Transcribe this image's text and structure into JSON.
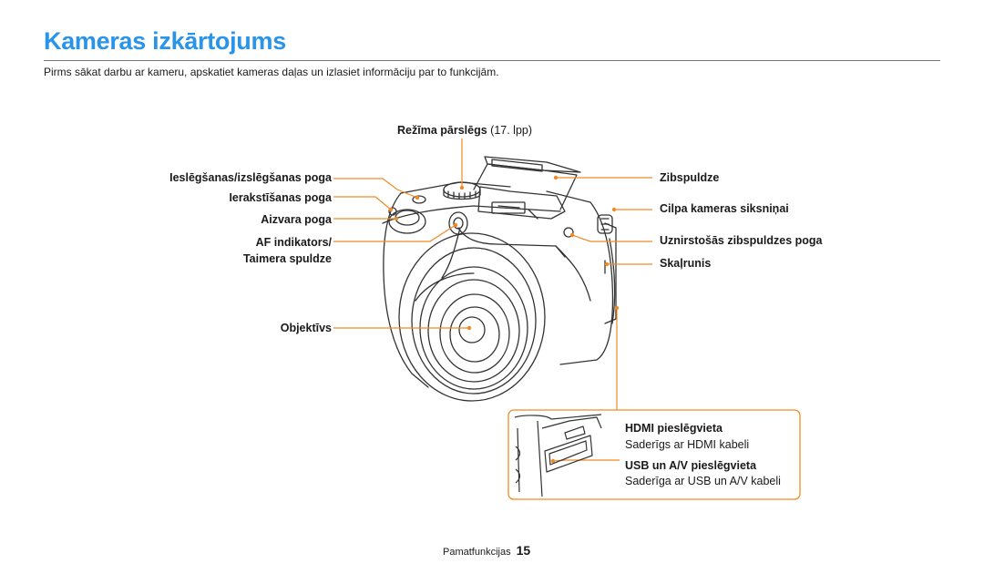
{
  "page": {
    "title": "Kameras izkārtojums",
    "intro": "Pirms sākat darbu ar kameru, apskatiet kameras daļas un izlasiet informāciju par to funkcijām."
  },
  "labels": {
    "mode_dial": "Režīma pārslēgs",
    "mode_dial_ref": "(17. lpp)",
    "power_button": "Ieslēgšanas/izslēgšanas poga",
    "record_button": "Ierakstīšanas poga",
    "shutter_button": "Aizvara poga",
    "af_indicator": "AF indikators/",
    "timer_lamp": "Taimera spuldze",
    "lens": "Objektīvs",
    "flash": "Zibspuldze",
    "strap_eyelet": "Cilpa kameras siksniņai",
    "flash_popup_button": "Uznirstošās zibspuldzes poga",
    "speaker": "Skaļrunis",
    "hdmi_port": "HDMI pieslēgvieta",
    "hdmi_desc": "Saderīgs ar HDMI kabeli",
    "usb_port": "USB un A/V pieslēgvieta",
    "usb_desc": "Saderīga ar USB un A/V kabeli"
  },
  "footer": {
    "section": "Pamatfunkcijas",
    "page_number": "15"
  },
  "colors": {
    "title": "#2a94e8",
    "callout": "#f08a24",
    "outline": "#333333"
  }
}
